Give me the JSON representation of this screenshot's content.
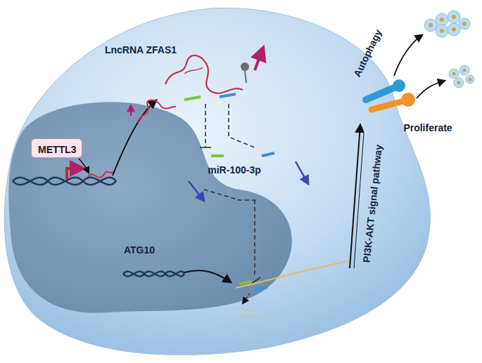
{
  "diagram": {
    "nodes": [
      {
        "text": [
          "METTL3"
        ]
      }
    ],
    "labels": [
      "LncRNA ZFAS1",
      "Autophagy",
      "Proliferate",
      "miR-100-3p",
      "PI3K-AKT signal pathway",
      "ATG10"
    ]
  }
}
